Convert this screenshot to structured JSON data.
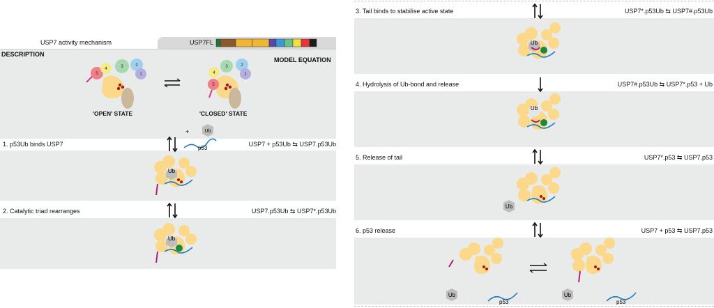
{
  "header": {
    "tab_title": "USP7 activity mechanism",
    "domain_label": "USP7FL",
    "domain_colors": [
      "#1a7a3a",
      "#8b5a2b",
      "#f2b630",
      "#f2b630",
      "#5a4aa8",
      "#3a9ad8",
      "#6cc08a",
      "#f0e040",
      "#e8333a",
      "#1b1b1b"
    ]
  },
  "description": {
    "heading": "DESCRIPTION",
    "model_heading": "MODEL EQUATION",
    "open_state": "'OPEN' STATE",
    "closed_state": "'CLOSED' STATE",
    "domain_numbers": [
      "5",
      "4",
      "3",
      "2",
      "1"
    ],
    "plus": "+",
    "ub": "Ub",
    "p53": "p53"
  },
  "steps": [
    {
      "label": "1. p53Ub binds USP7",
      "equation": "USP7 + p53Ub ⇆ USP7.p53Ub"
    },
    {
      "label": "2. Catalytic triad rearranges",
      "equation": "USP7.p53Ub ⇆ USP7*.p53Ub"
    },
    {
      "label": "3. Tail binds to stabilise active state",
      "equation": "USP7*.p53Ub ⇆ USP7#.p53Ub"
    },
    {
      "label": "4. Hydrolysis of Ub-bond and release",
      "equation": "USP7#.p53Ub ⇆ USP7*.p53 + Ub"
    },
    {
      "label": "5. Release of tail",
      "equation": "USP7*.p53 ⇆ USP7.p53"
    },
    {
      "label": "6. p53 release",
      "equation": "USP7 + p53 ⇆ USP7.p53"
    }
  ],
  "colors": {
    "panel": "#e9eaea",
    "protein": "#fbd88a",
    "ub": "#bdbdbd",
    "p53_line": "#1f7fc4",
    "tail": "#b0206a",
    "triad": "#a01820",
    "active": "#1a8a3a"
  }
}
